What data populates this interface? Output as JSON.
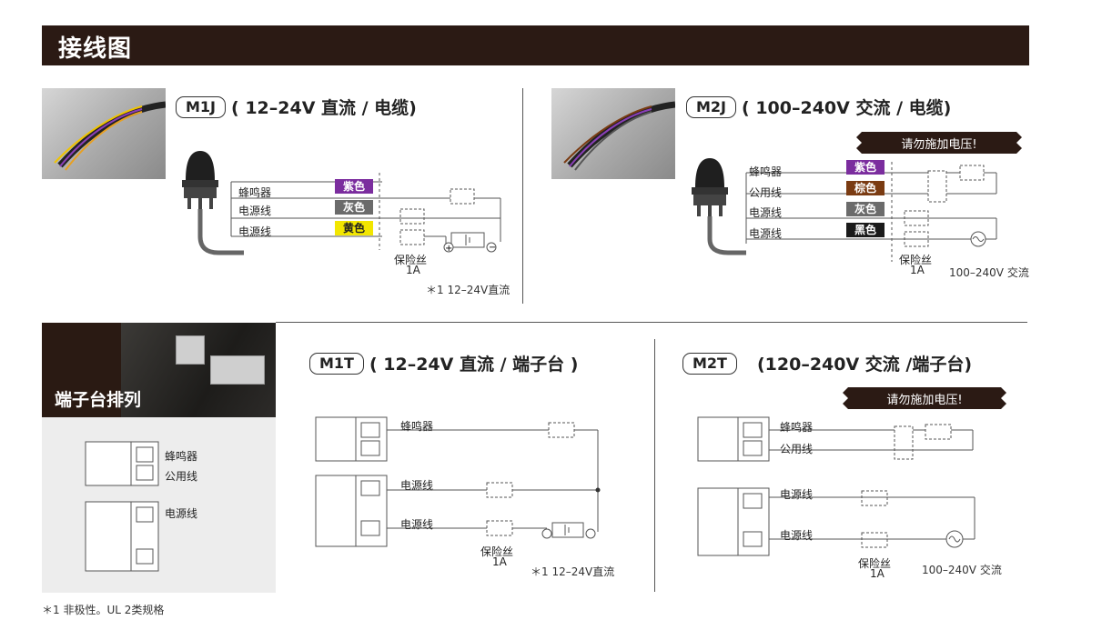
{
  "header": {
    "title": "接线图"
  },
  "m1j": {
    "tag": "M1J",
    "desc": "( 12–24V 直流 / 电缆)",
    "wires": [
      {
        "label": "蜂鸣器",
        "color_label": "紫色",
        "color": "#7b2d9e",
        "text_color": "#ffffff"
      },
      {
        "label": "电源线",
        "color_label": "灰色",
        "color": "#6b6b6b",
        "text_color": "#ffffff"
      },
      {
        "label": "电源线",
        "color_label": "黄色",
        "color": "#f2e600",
        "text_color": "#222222"
      }
    ],
    "fuse": "保险丝",
    "fuse_rating": "1A",
    "note": "＊1 12–24V直流"
  },
  "m2j": {
    "tag": "M2J",
    "desc": "( 100–240V 交流 / 电缆)",
    "warning": "请勿施加电压!",
    "wires": [
      {
        "label": "蜂鸣器",
        "color_label": "紫色",
        "color": "#7b2d9e",
        "text_color": "#ffffff"
      },
      {
        "label": "公用线",
        "color_label": "棕色",
        "color": "#7a3b12",
        "text_color": "#ffffff"
      },
      {
        "label": "电源线",
        "color_label": "灰色",
        "color": "#6b6b6b",
        "text_color": "#ffffff"
      },
      {
        "label": "电源线",
        "color_label": "黑色",
        "color": "#1a1a1a",
        "text_color": "#ffffff"
      }
    ],
    "fuse": "保险丝",
    "fuse_rating": "1A",
    "supply": "100–240V 交流"
  },
  "terminal": {
    "title": "端子台排列",
    "labels": {
      "buzzer": "蜂鸣器",
      "common": "公用线",
      "power": "电源线"
    }
  },
  "m1t": {
    "tag": "M1T",
    "desc": "( 12–24V 直流 / 端子台 )",
    "buzzer": "蜂鸣器",
    "power1": "电源线",
    "power2": "电源线",
    "fuse": "保险丝",
    "fuse_rating": "1A",
    "note": "＊1 12–24V直流"
  },
  "m2t": {
    "tag": "M2T",
    "desc": "(120–240V 交流 /端子台)",
    "warning": "请勿施加电压!",
    "buzzer": "蜂鸣器",
    "common": "公用线",
    "power1": "电源线",
    "power2": "电源线",
    "fuse": "保险丝",
    "fuse_rating": "1A",
    "supply": "100–240V 交流"
  },
  "footnote": "＊1 非极性。UL 2类规格",
  "colors": {
    "title_bg": "#2b1a14",
    "line": "#555555"
  }
}
